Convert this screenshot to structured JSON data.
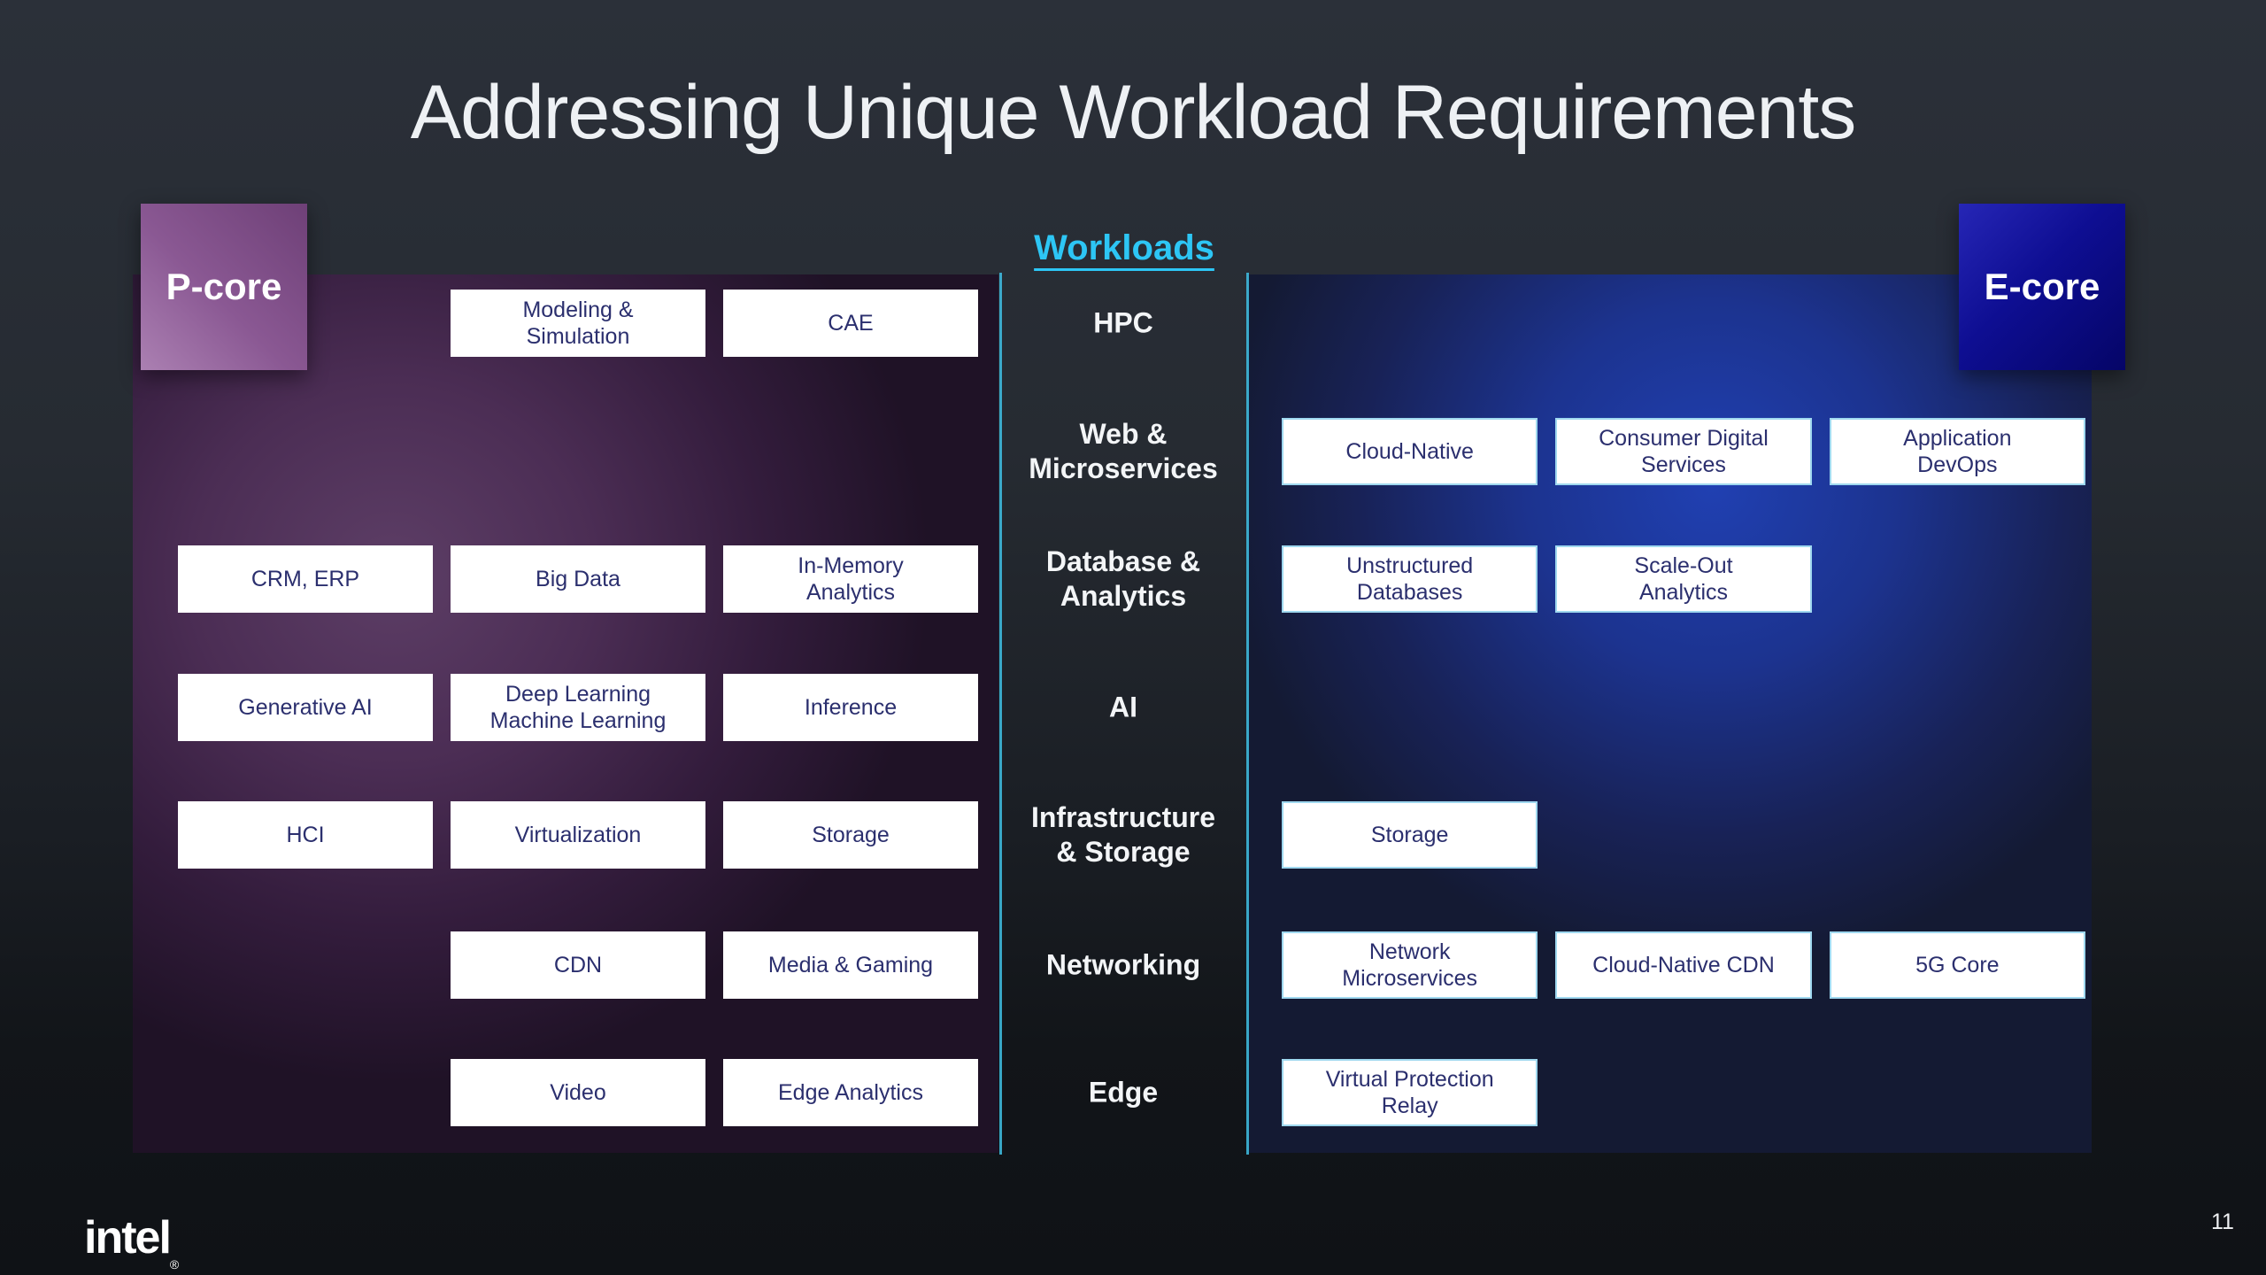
{
  "slide": {
    "title": "Addressing Unique Workload Requirements",
    "page_number": "11",
    "logo_text": "intel",
    "logo_reg": "®"
  },
  "colors": {
    "accent_cyan": "#2dc6f5",
    "p_core_purple": "#8a5893",
    "e_core_blue": "#0e0e92",
    "box_text_indigo": "#2b2f6e",
    "right_box_border": "#9fd8ef",
    "background_dark": "#1a1e24"
  },
  "cores": {
    "p_core_label": "P-core",
    "e_core_label": "E-core"
  },
  "workloads_header": "Workloads",
  "rows": [
    {
      "label": "HPC",
      "left": {
        "c2": "Modeling &\nSimulation",
        "c3": "CAE"
      },
      "right": {}
    },
    {
      "label": "Web &\nMicroservices",
      "left": {},
      "right": {
        "c1": "Cloud-Native",
        "c2": "Consumer Digital\nServices",
        "c3": "Application\nDevOps"
      }
    },
    {
      "label": "Database &\nAnalytics",
      "left": {
        "c1": "CRM, ERP",
        "c2": "Big Data",
        "c3": "In-Memory\nAnalytics"
      },
      "right": {
        "c1": "Unstructured\nDatabases",
        "c2": "Scale-Out\nAnalytics"
      }
    },
    {
      "label": "AI",
      "left": {
        "c1": "Generative AI",
        "c2": "Deep Learning\nMachine Learning",
        "c3": "Inference"
      },
      "right": {}
    },
    {
      "label": "Infrastructure\n& Storage",
      "left": {
        "c1": "HCI",
        "c2": "Virtualization",
        "c3": "Storage"
      },
      "right": {
        "c1": "Storage"
      }
    },
    {
      "label": "Networking",
      "left": {
        "c2": "CDN",
        "c3": "Media & Gaming"
      },
      "right": {
        "c1": "Network\nMicroservices",
        "c2": "Cloud-Native CDN",
        "c3": "5G Core"
      }
    },
    {
      "label": "Edge",
      "left": {
        "c2": "Video",
        "c3": "Edge Analytics"
      },
      "right": {
        "c1": "Virtual Protection\nRelay"
      }
    }
  ]
}
